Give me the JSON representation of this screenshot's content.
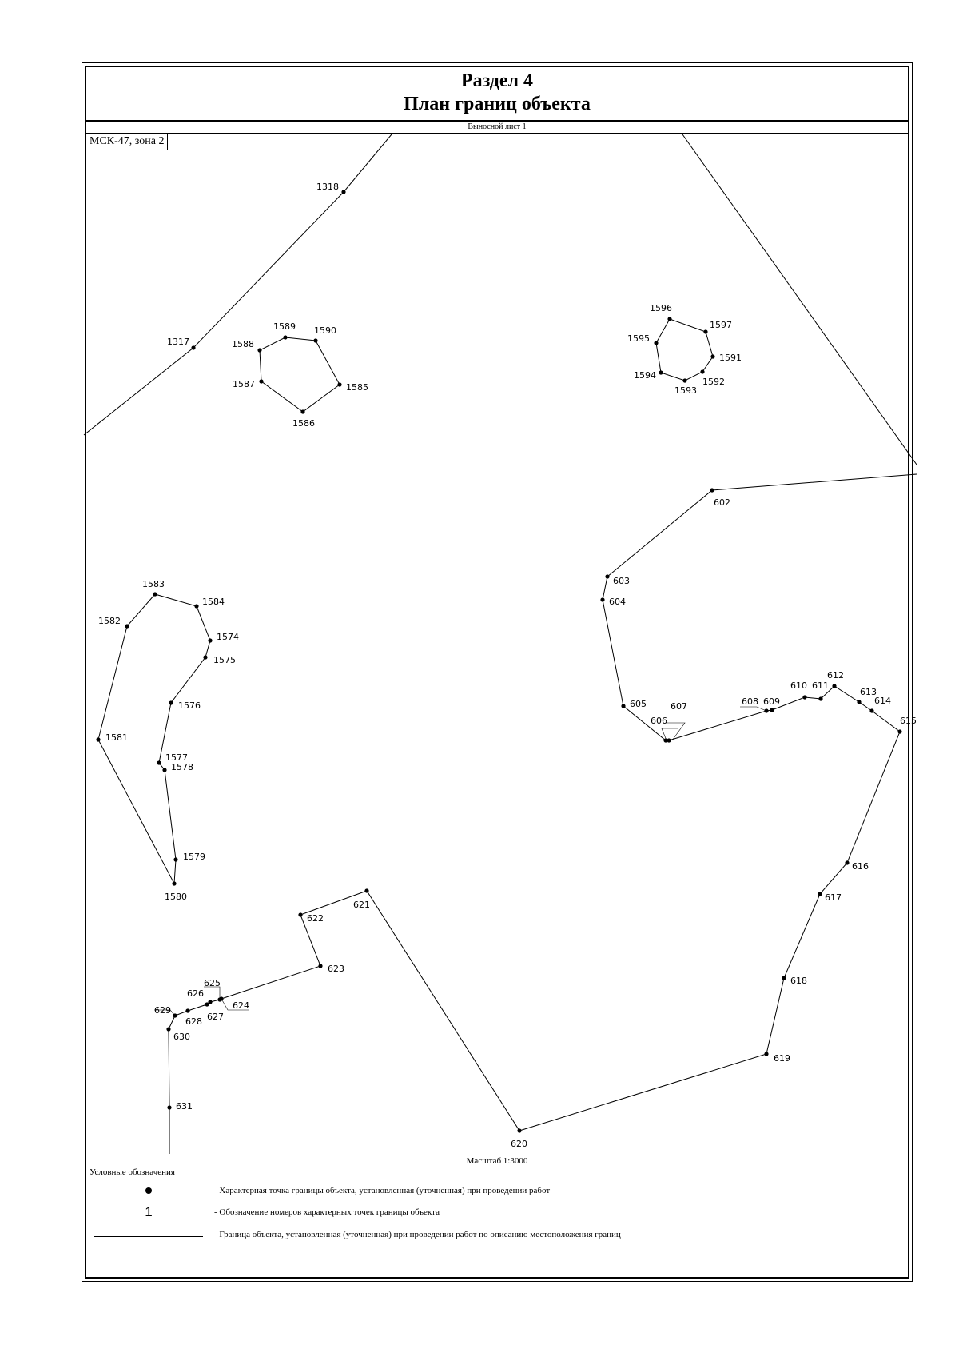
{
  "header": {
    "section": "Раздел 4",
    "title": "План границ объекта",
    "sheet_caption": "Выносной лист 1"
  },
  "map": {
    "coordinate_system": "МСК-47, зона 2",
    "scale_caption": "Масштаб 1:3000",
    "line_color": "#000000",
    "boundary_points": [
      "602",
      "603",
      "604",
      "605",
      "606",
      "607",
      "608",
      "609",
      "610",
      "611",
      "612",
      "613",
      "614",
      "615",
      "616",
      "617",
      "618",
      "619",
      "620",
      "621",
      "622",
      "623",
      "624",
      "625",
      "626",
      "627",
      "628",
      "629",
      "630",
      "631"
    ],
    "contour_1574_1584": [
      "1574",
      "1575",
      "1576",
      "1577",
      "1578",
      "1579",
      "1580",
      "1581",
      "1582",
      "1583",
      "1584"
    ],
    "contour_1585_1590": [
      "1585",
      "1586",
      "1587",
      "1588",
      "1589",
      "1590"
    ],
    "contour_1591_1597": [
      "1591",
      "1592",
      "1593",
      "1594",
      "1595",
      "1596",
      "1597"
    ],
    "line_points": [
      "1317",
      "1318"
    ]
  },
  "legend": {
    "title": "Условные обозначения",
    "point_symbol_number": "1",
    "items": [
      "- Характерная точка границы объекта, установленная (уточненная) при проведении работ",
      "- Обозначение номеров характерных точек границы объекта",
      "- Граница объекта, установленная (уточненная) при проведении работ по описанию местоположения границ"
    ]
  }
}
